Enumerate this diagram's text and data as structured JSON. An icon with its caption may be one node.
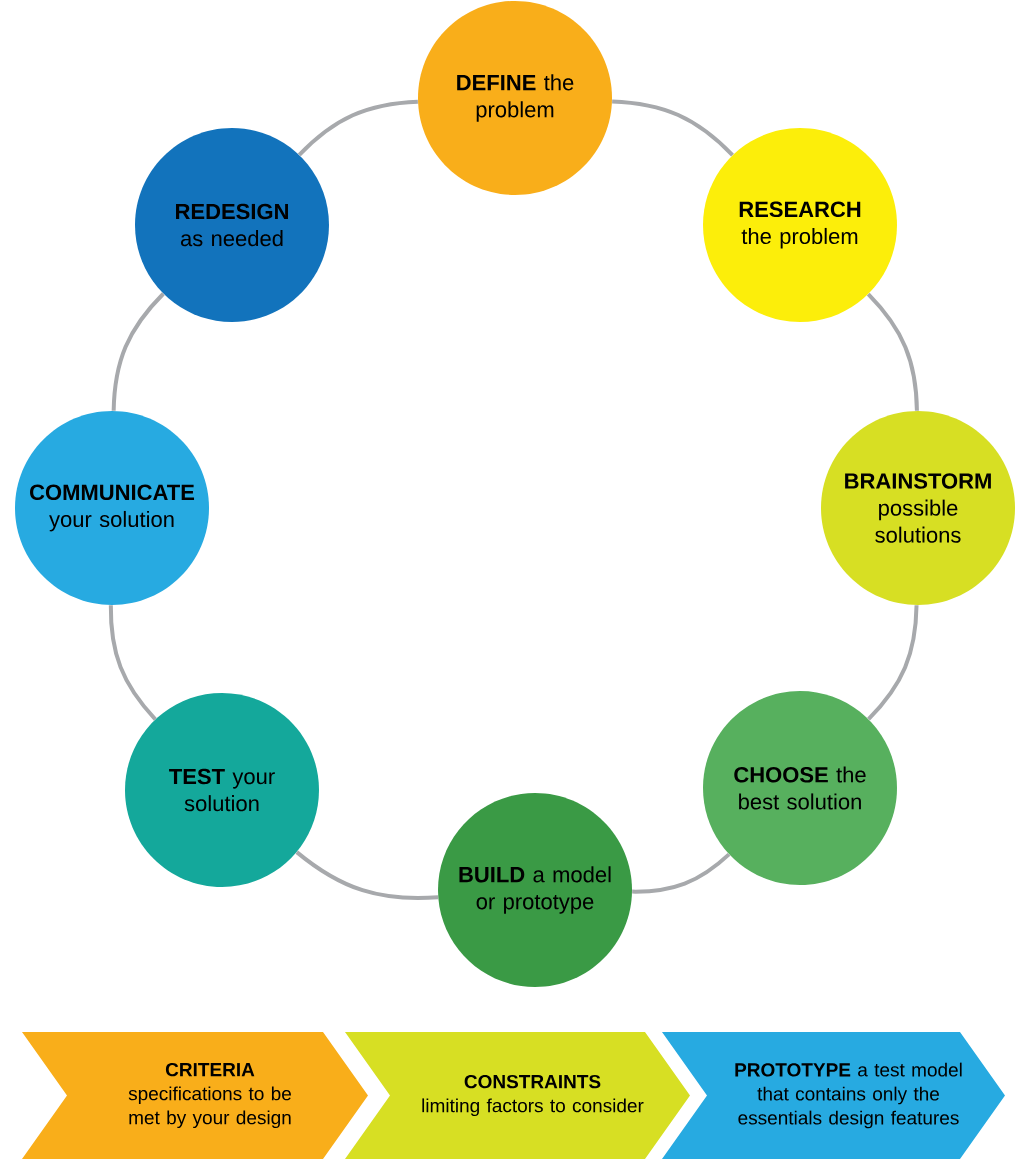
{
  "diagram": {
    "nodes": [
      {
        "text": [
          "**DEFINE** the problem"
        ]
      },
      {
        "text": [
          "**RESEARCH** the problem"
        ]
      },
      {
        "text": [
          "**BRAINSTORM** possible solutions"
        ]
      },
      {
        "text": [
          "**CHOOSE** the best solution"
        ]
      },
      {
        "text": [
          "**BUILD** a model or prototype"
        ]
      },
      {
        "text": [
          "**TEST** your solution"
        ]
      },
      {
        "text": [
          "**COMMUNICATE** your solution"
        ]
      },
      {
        "text": [
          "**REDESIGN** as needed"
        ]
      },
      {
        "text": [
          "CRITERIA",
          "specifications to be met by your design"
        ]
      },
      {
        "text": [
          "CONSTRAINTS",
          "limiting factors to consider"
        ]
      },
      {
        "text": [
          "**PROTOTYPE** a test model that contains only the essentials design features"
        ]
      }
    ],
    "edges": [
      {
        "from": 0,
        "to": 1,
        "arrow": "none"
      },
      {
        "from": 1,
        "to": 2,
        "arrow": "none"
      },
      {
        "from": 2,
        "to": 3,
        "arrow": "none"
      },
      {
        "from": 3,
        "to": 4,
        "arrow": "none"
      },
      {
        "from": 4,
        "to": 5,
        "arrow": "none"
      },
      {
        "from": 5,
        "to": 6,
        "arrow": "none"
      },
      {
        "from": 6,
        "to": 7,
        "arrow": "none"
      },
      {
        "from": 7,
        "to": 0,
        "arrow": "none"
      }
    ]
  }
}
